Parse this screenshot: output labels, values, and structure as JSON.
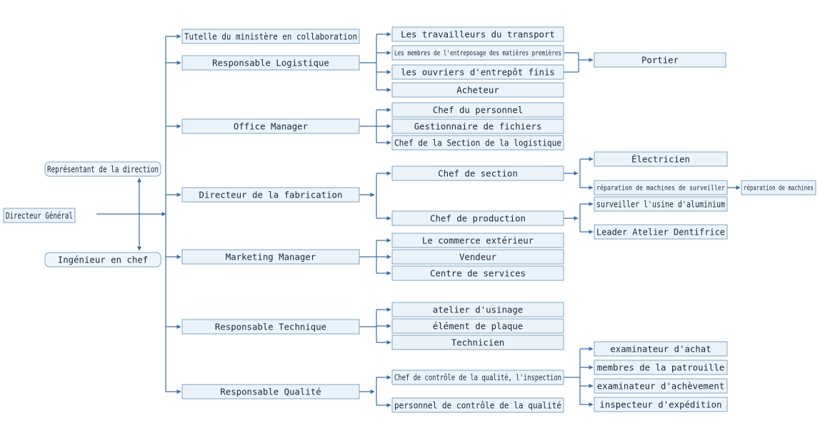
{
  "chart_data": {
    "type": "diagram",
    "root": "Directeur Général",
    "nodes": [
      {
        "id": "dg",
        "label": "Directeur Général"
      },
      {
        "id": "rep",
        "label": "Représentant de la direction"
      },
      {
        "id": "ing",
        "label": "Ingénieur en chef"
      },
      {
        "id": "tut",
        "label": "Tutelle du ministère en collaboration"
      },
      {
        "id": "log",
        "label": "Responsable Logistique"
      },
      {
        "id": "off",
        "label": "Office Manager"
      },
      {
        "id": "fab",
        "label": "Directeur de la fabrication"
      },
      {
        "id": "mkt",
        "label": "Marketing Manager"
      },
      {
        "id": "tec",
        "label": "Responsable Technique"
      },
      {
        "id": "qua",
        "label": "Responsable Qualité"
      },
      {
        "id": "trans",
        "label": "Les travailleurs du transport"
      },
      {
        "id": "entre",
        "label": "Les membres de l'entreposage des matières premières"
      },
      {
        "id": "ouvr",
        "label": "les ouvriers d'entrepôt finis"
      },
      {
        "id": "ach",
        "label": "Acheteur"
      },
      {
        "id": "port",
        "label": "Portier"
      },
      {
        "id": "pers",
        "label": "Chef du personnel"
      },
      {
        "id": "gest",
        "label": "Gestionnaire de fichiers"
      },
      {
        "id": "sect",
        "label": "Chef de la Section de la logistique"
      },
      {
        "id": "chsec",
        "label": "Chef de section"
      },
      {
        "id": "chprod",
        "label": "Chef de production"
      },
      {
        "id": "elec",
        "label": "Électricien"
      },
      {
        "id": "repsurv",
        "label": "réparation de machines de surveiller"
      },
      {
        "id": "repmach",
        "label": "réparation de machines"
      },
      {
        "id": "alu",
        "label": "surveiller l'usine d'aluminium"
      },
      {
        "id": "dent",
        "label": "Leader Atelier Dentifrice"
      },
      {
        "id": "comm",
        "label": "Le commerce extérieur"
      },
      {
        "id": "vend",
        "label": "Vendeur"
      },
      {
        "id": "serv",
        "label": "Centre de services"
      },
      {
        "id": "usin",
        "label": "atelier d'usinage"
      },
      {
        "id": "plaq",
        "label": "élément de plaque"
      },
      {
        "id": "tech",
        "label": "Technicien"
      },
      {
        "id": "ctrl",
        "label": "Chef de contrôle de la qualité, l'inspection"
      },
      {
        "id": "pctrl",
        "label": "personnel de contrôle de la qualité"
      },
      {
        "id": "exach",
        "label": "examinateur d'achat"
      },
      {
        "id": "patr",
        "label": "membres de la patrouille"
      },
      {
        "id": "exacv",
        "label": "examinateur d'achèvement"
      },
      {
        "id": "insp",
        "label": "inspecteur d'expédition"
      }
    ],
    "edges": [
      [
        "dg",
        "rep"
      ],
      [
        "dg",
        "ing"
      ],
      [
        "dg",
        "tut"
      ],
      [
        "dg",
        "log"
      ],
      [
        "dg",
        "off"
      ],
      [
        "dg",
        "fab"
      ],
      [
        "dg",
        "mkt"
      ],
      [
        "dg",
        "tec"
      ],
      [
        "dg",
        "qua"
      ],
      [
        "log",
        "trans"
      ],
      [
        "log",
        "entre"
      ],
      [
        "log",
        "ouvr"
      ],
      [
        "log",
        "ach"
      ],
      [
        "entre",
        "port"
      ],
      [
        "ouvr",
        "port"
      ],
      [
        "off",
        "pers"
      ],
      [
        "off",
        "gest"
      ],
      [
        "off",
        "sect"
      ],
      [
        "fab",
        "chsec"
      ],
      [
        "fab",
        "chprod"
      ],
      [
        "chsec",
        "elec"
      ],
      [
        "chsec",
        "repsurv"
      ],
      [
        "repsurv",
        "repmach"
      ],
      [
        "chprod",
        "alu"
      ],
      [
        "chprod",
        "dent"
      ],
      [
        "mkt",
        "comm"
      ],
      [
        "mkt",
        "vend"
      ],
      [
        "mkt",
        "serv"
      ],
      [
        "tec",
        "usin"
      ],
      [
        "tec",
        "plaq"
      ],
      [
        "tec",
        "tech"
      ],
      [
        "qua",
        "ctrl"
      ],
      [
        "qua",
        "pctrl"
      ],
      [
        "ctrl",
        "exach"
      ],
      [
        "ctrl",
        "patr"
      ],
      [
        "ctrl",
        "exacv"
      ],
      [
        "ctrl",
        "insp"
      ]
    ]
  }
}
